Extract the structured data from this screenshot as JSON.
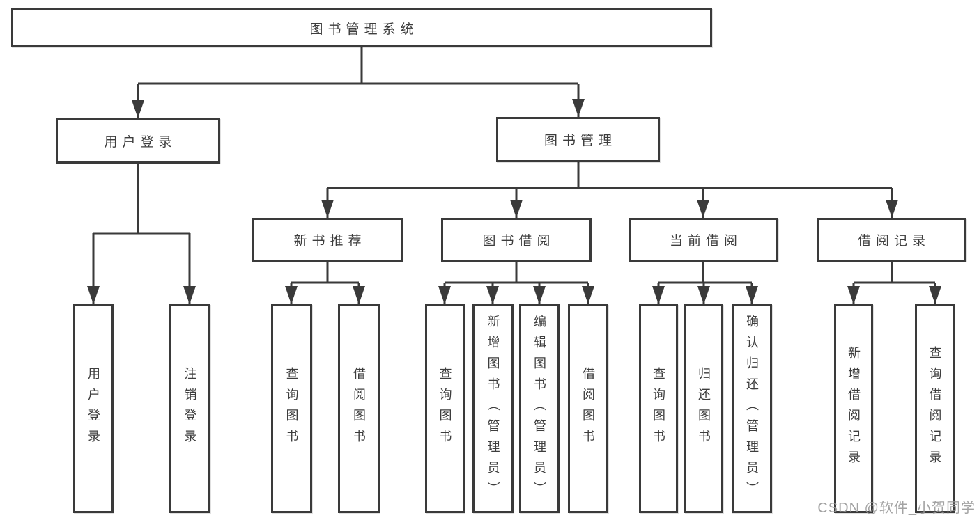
{
  "diagram": {
    "title": "图书管理系统",
    "branches": [
      {
        "label": "用户登录",
        "children": [
          {
            "label": "用户登录"
          },
          {
            "label": "注销登录"
          }
        ]
      },
      {
        "label": "图书管理",
        "children": [
          {
            "label": "新书推荐",
            "children": [
              {
                "label": "查询图书"
              },
              {
                "label": "借阅图书"
              }
            ]
          },
          {
            "label": "图书借阅",
            "children": [
              {
                "label": "查询图书"
              },
              {
                "label": "新增图书（管理员）"
              },
              {
                "label": "编辑图书（管理员）"
              },
              {
                "label": "借阅图书"
              }
            ]
          },
          {
            "label": "当前借阅",
            "children": [
              {
                "label": "查询图书"
              },
              {
                "label": "归还图书"
              },
              {
                "label": "确认归还（管理员）"
              }
            ]
          },
          {
            "label": "借阅记录",
            "children": [
              {
                "label": "新增借阅记录"
              },
              {
                "label": "查询借阅记录"
              }
            ]
          }
        ]
      }
    ]
  },
  "watermark": {
    "text": "CSDN @软件_小贺同学"
  },
  "colors": {
    "line": "#3a3a3a",
    "text": "#3d3d3d",
    "background": "#ffffff",
    "watermark": "#969696"
  }
}
